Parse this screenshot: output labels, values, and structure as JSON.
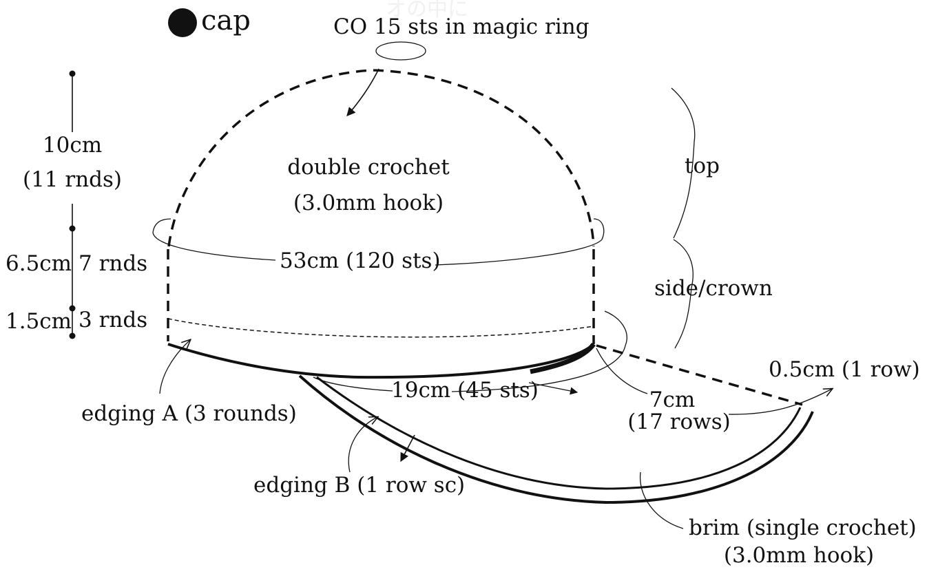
{
  "title": {
    "bullet_icon": "filled-circle-icon",
    "text": "cap"
  },
  "labels": {
    "magic_ring": "CO 15 sts in magic ring",
    "top_height": "10cm",
    "top_rounds": "(11 rnds)",
    "stitch_type": "double crochet",
    "hook_top": "(3.0mm hook)",
    "side_height": "6.5cm",
    "side_rounds": "7 rnds",
    "band_height": "1.5cm",
    "band_rounds": "3 rnds",
    "circumference": "53cm (120 sts)",
    "brim_pickup": "19cm (45 sts)",
    "edging_a": "edging A (3 rounds)",
    "edging_b": "edging B (1 row sc)",
    "brim_depth": "7cm",
    "brim_rows": "(17 rows)",
    "brim_edge": "0.5cm (1 row)",
    "section_top": "top",
    "section_side": "side/crown",
    "brim_stitch": "brim (single crochet)",
    "hook_brim": "(3.0mm hook)"
  },
  "colors": {
    "ink": "#111111",
    "background": "#ffffff"
  }
}
